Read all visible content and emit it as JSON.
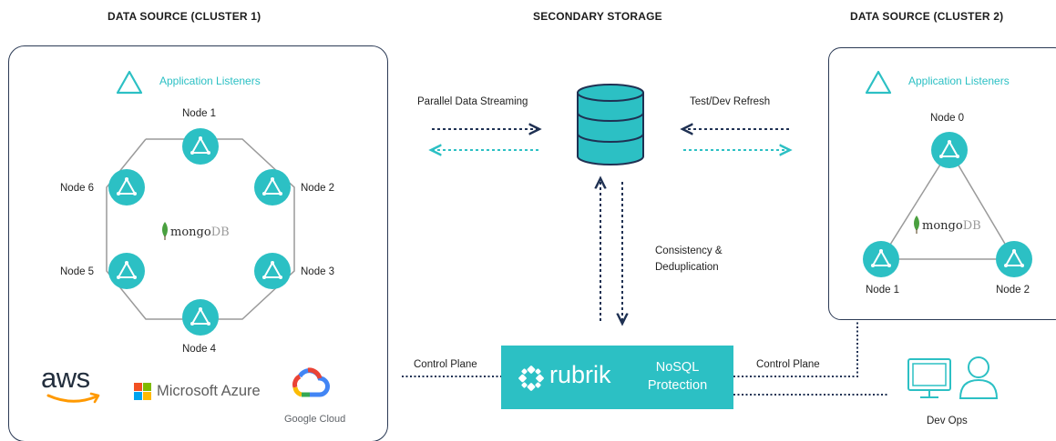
{
  "headers": {
    "cluster1": "DATA SOURCE (CLUSTER 1)",
    "storage": "SECONDARY STORAGE",
    "cluster2": "DATA SOURCE (CLUSTER 2)"
  },
  "cluster1": {
    "listeners": "Application Listeners",
    "nodes": [
      "Node 1",
      "Node 2",
      "Node 3",
      "Node 4",
      "Node 5",
      "Node 6"
    ],
    "db_name_a": "mongo",
    "db_name_b": "DB",
    "clouds": {
      "aws": "aws",
      "azure": "Microsoft Azure",
      "google": "Google Cloud"
    }
  },
  "cluster2": {
    "listeners": "Application Listeners",
    "nodes": [
      "Node 0",
      "Node 1",
      "Node 2"
    ],
    "db_name_a": "mongo",
    "db_name_b": "DB"
  },
  "flows": {
    "parallel": "Parallel Data Streaming",
    "testdev": "Test/Dev Refresh",
    "consistency_1": "Consistency &",
    "consistency_2": "Deduplication",
    "control_left": "Control Plane",
    "control_right": "Control Plane"
  },
  "rubrik": {
    "brand": "rubrik",
    "product_1": "NoSQL",
    "product_2": "Protection"
  },
  "devops": {
    "label": "Dev Ops"
  },
  "colors": {
    "teal": "#2cc0c4",
    "navy": "#1f3153",
    "box_border": "#2b3a55",
    "mongo_green": "#4aa03f"
  }
}
